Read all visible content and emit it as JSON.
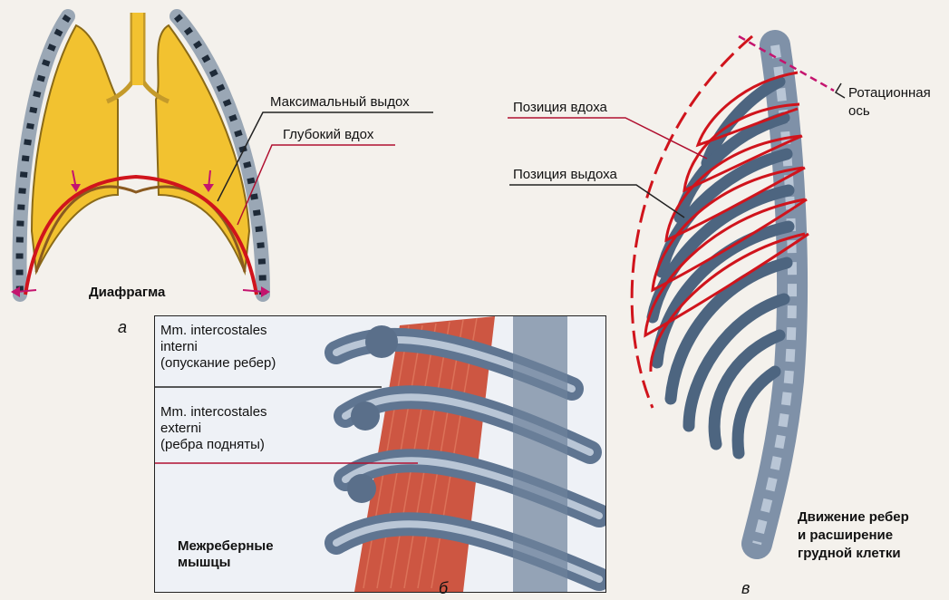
{
  "panel_a": {
    "label_max_exhale": "Максимальный выдох",
    "label_deep_inhale": "Глубокий вдох",
    "label_diaphragm": "Диафрагма",
    "letter": "а"
  },
  "panel_b": {
    "label_interni_1": "Mm. intercostales",
    "label_interni_2": "interni",
    "label_interni_3": "(опускание ребер)",
    "label_externi_1": "Mm. intercostales",
    "label_externi_2": "externi",
    "label_externi_3": "(ребра подняты)",
    "label_caption_1": "Межреберные",
    "label_caption_2": "мышцы",
    "letter": "б"
  },
  "panel_c": {
    "label_inhale_position": "Позиция вдоха",
    "label_exhale_position": "Позиция выдоха",
    "label_axis_1": "Ротационная",
    "label_axis_2": "ось",
    "label_caption_1": "Движение ребер",
    "label_caption_2": "и расширение",
    "label_caption_3": "грудной клетки",
    "letter": "в"
  },
  "colors": {
    "lung": "#f2c230",
    "lung_edge": "#8a6a18",
    "diaphragm_red": "#d0141c",
    "rib_blue": "#5f7591",
    "rib_light": "#b9c6d6",
    "muscle": "#c9452f",
    "leader_line": "#222222",
    "leader_red": "#b01030"
  }
}
